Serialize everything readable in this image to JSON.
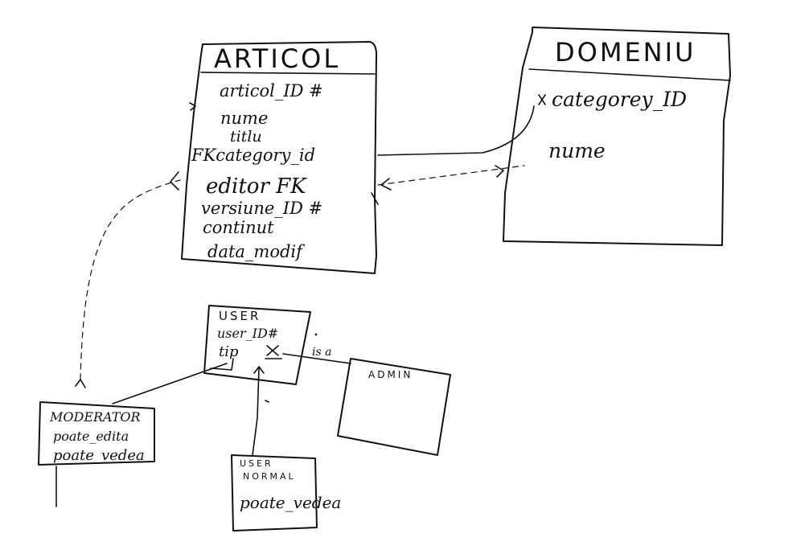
{
  "entities": {
    "articol": {
      "title": "ARTICOL",
      "fields": [
        "articol_ID #",
        "nume",
        "titlu",
        "FKcategory_id",
        "editor FK",
        "versiune_ID #",
        "continut",
        "data_modif"
      ]
    },
    "domeniu": {
      "title": "DOMENIU",
      "fields": [
        "categorey_ID",
        "nume"
      ]
    },
    "user": {
      "title": "USER",
      "fields": [
        "user_ID#",
        "tip"
      ]
    },
    "admin": {
      "title": "ADMIN",
      "fields": []
    },
    "moderator": {
      "title": "MODERATOR",
      "fields": [
        "poate_edita",
        "poate_vedea"
      ]
    },
    "user_normal": {
      "title_line1": "USER",
      "title_line2": "NORMAL",
      "fields": [
        "poate_vedea"
      ]
    }
  },
  "relationships": {
    "is_a_label": "is a"
  }
}
